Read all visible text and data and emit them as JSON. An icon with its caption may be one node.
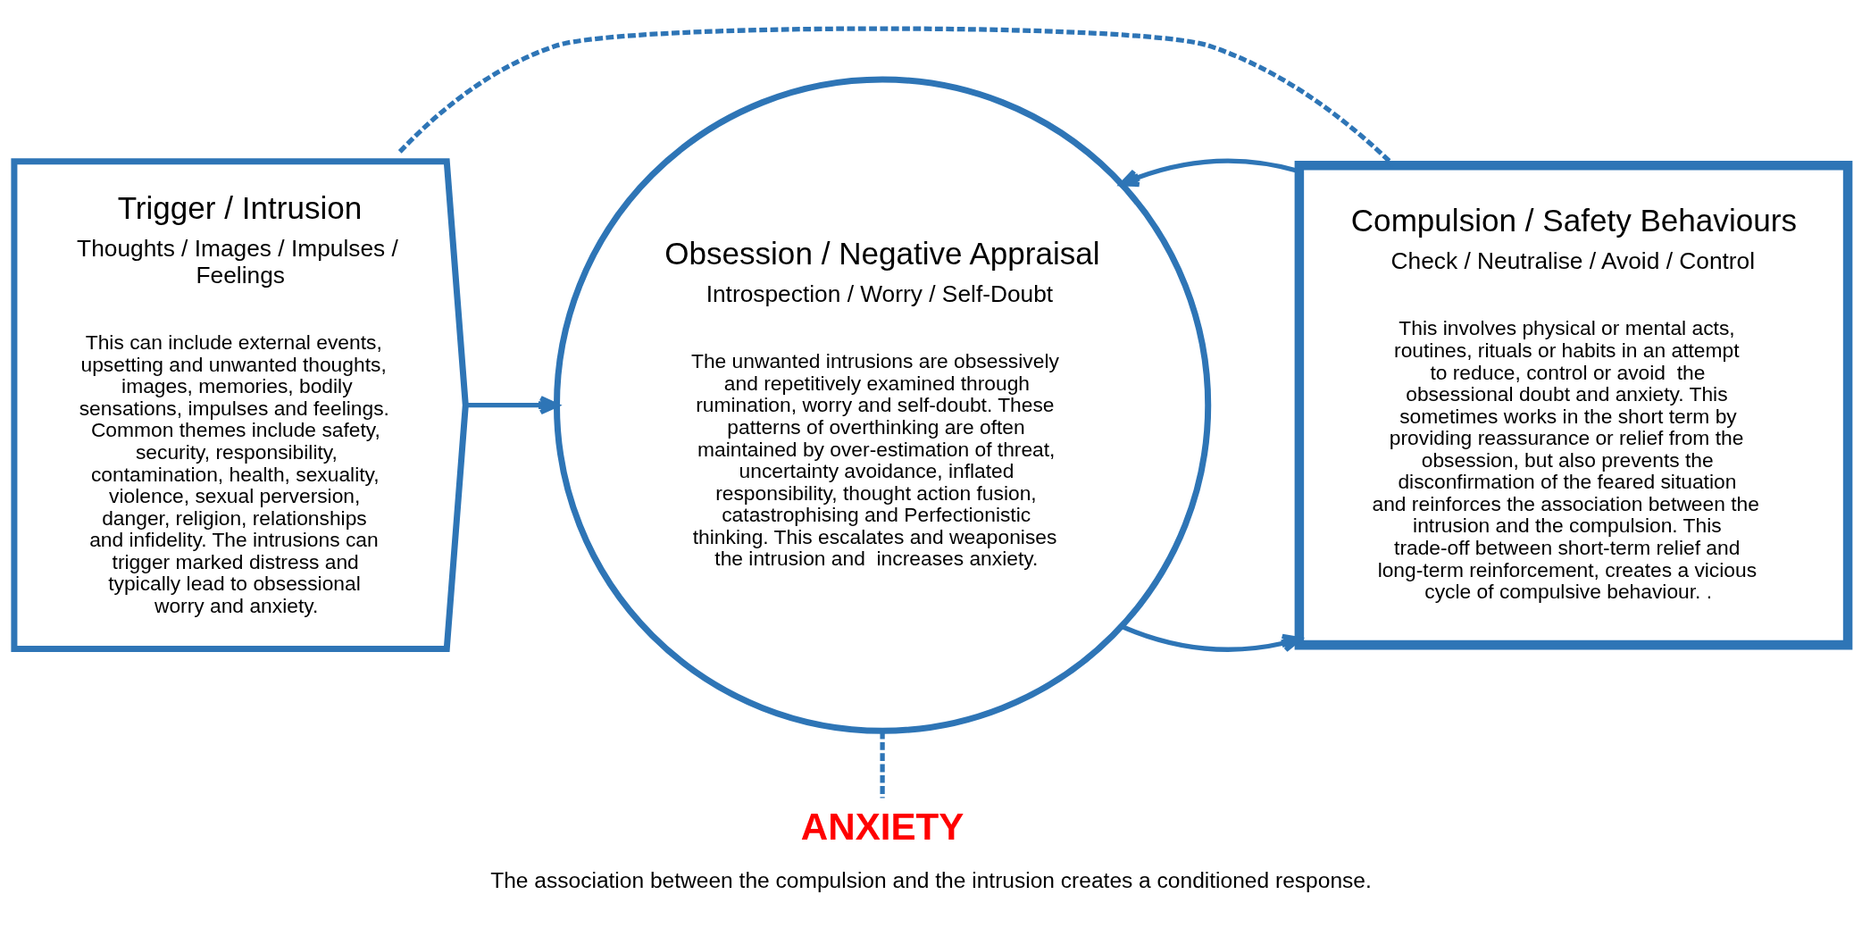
{
  "diagram": {
    "caption": "The association between the compulsion and the intrusion creates a conditioned response.",
    "nodes": [
      {
        "text": [
          "Trigger / Intrusion",
          "Thoughts / Images / Impulses / Feelings",
          "This can include external events, upsetting and unwanted thoughts, images, memories, bodily sensations, impulses and feelings. Common themes include safety, security, responsibility, contamination, health, sexuality, violence, sexual perversion, danger, religion, relationships and infidelity. The intrusions can trigger marked distress and typically lead to obsessional worry and anxiety."
        ]
      },
      {
        "text": [
          "Obsession / Negative Appraisal",
          "Introspection / Worry / Self-Doubt",
          "The unwanted intrusions are obsessively and repetitively examined through rumination, worry and self-doubt. These patterns of overthinking are often maintained by over-estimation of threat, uncertainty avoidance, inflated responsibility, thought action fusion, catastrophising and Perfectionistic thinking. This escalates and weaponises the intrusion and  increases anxiety."
        ]
      },
      {
        "text": [
          "Compulsion / Safety Behaviours",
          "Check / Neutralise / Avoid / Control",
          "This involves physical or mental acts, routines, rituals or habits in an attempt to reduce, control or avoid  the obsessional doubt and anxiety. This sometimes works in the short term by providing reassurance or relief from the obsession, but also prevents the disconfirmation of the feared situation and reinforces the association between the intrusion and the compulsion. This trade-off between short-term relief and long-term reinforcement, creates a vicious cycle of compulsive behaviour. ."
        ]
      },
      {
        "text": [
          "ANXIETY"
        ]
      }
    ],
    "edges": [
      {
        "from": 0,
        "to": 1,
        "arrow": "to"
      },
      {
        "from": 1,
        "to": 2,
        "arrow": "to"
      },
      {
        "from": 2,
        "to": 1,
        "arrow": "to"
      },
      {
        "from": 1,
        "to": 3,
        "arrow": "none",
        "style": "dashed"
      },
      {
        "from": 0,
        "to": 2,
        "arrow": "none",
        "style": "dashed"
      }
    ]
  }
}
